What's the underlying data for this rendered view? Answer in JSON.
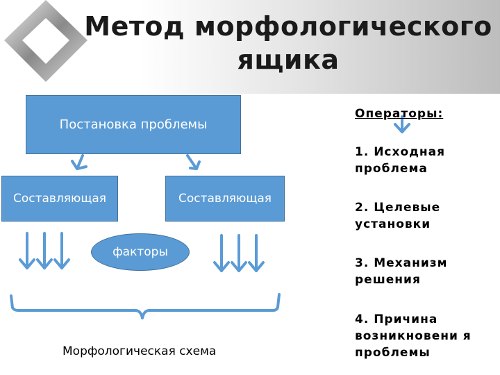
{
  "title": "Метод морфологического ящика",
  "diagram": {
    "problem_box": "Постановка проблемы",
    "component_left": "Составляющая",
    "component_right": "Составляющая",
    "factors": "факторы",
    "caption": "Морфологическая схема"
  },
  "operators": {
    "heading": "Операторы:",
    "items": [
      "1. Исходная проблема",
      "2. Целевые установки",
      "3. Механизм решения",
      "4. Причина возникновени я проблемы"
    ]
  },
  "colors": {
    "box_fill": "#5b9bd5",
    "arrow": "#5b9bd5"
  }
}
